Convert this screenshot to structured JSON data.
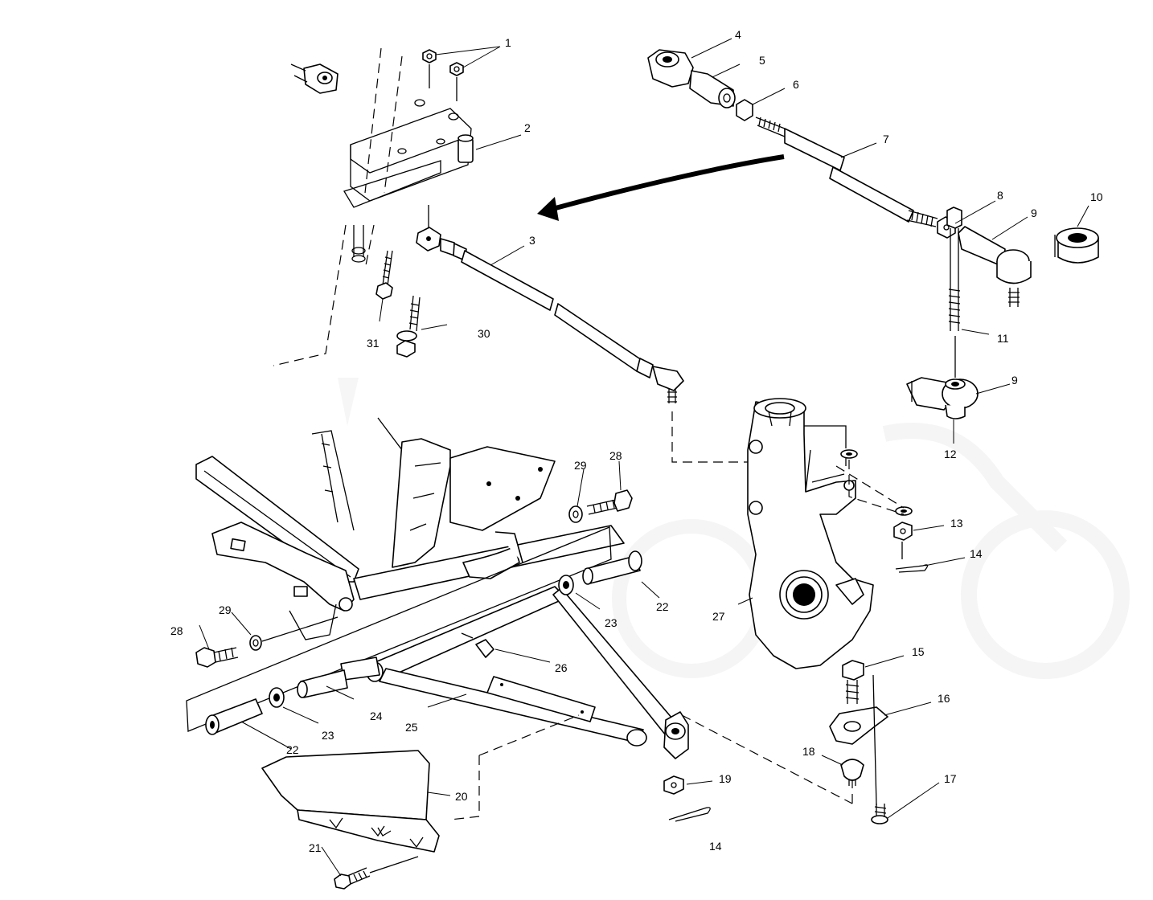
{
  "diagram": {
    "watermark": "",
    "callouts": [
      {
        "id": "c1",
        "text": "1"
      },
      {
        "id": "c2",
        "text": "2"
      },
      {
        "id": "c3",
        "text": "3"
      },
      {
        "id": "c4",
        "text": "4"
      },
      {
        "id": "c5",
        "text": "5"
      },
      {
        "id": "c6",
        "text": "6"
      },
      {
        "id": "c7",
        "text": "7"
      },
      {
        "id": "c8",
        "text": "8"
      },
      {
        "id": "c9a",
        "text": "9"
      },
      {
        "id": "c10",
        "text": "10"
      },
      {
        "id": "c11",
        "text": "11"
      },
      {
        "id": "c9b",
        "text": "9"
      },
      {
        "id": "c12",
        "text": "12"
      },
      {
        "id": "c13",
        "text": "13"
      },
      {
        "id": "c14a",
        "text": "14"
      },
      {
        "id": "c15",
        "text": "15"
      },
      {
        "id": "c16",
        "text": "16"
      },
      {
        "id": "c17",
        "text": "17"
      },
      {
        "id": "c18",
        "text": "18"
      },
      {
        "id": "c19",
        "text": "19"
      },
      {
        "id": "c14b",
        "text": "14"
      },
      {
        "id": "c20",
        "text": "20"
      },
      {
        "id": "c21",
        "text": "21"
      },
      {
        "id": "c22a",
        "text": "22"
      },
      {
        "id": "c22b",
        "text": "22"
      },
      {
        "id": "c23a",
        "text": "23"
      },
      {
        "id": "c23b",
        "text": "23"
      },
      {
        "id": "c24",
        "text": "24"
      },
      {
        "id": "c25",
        "text": "25"
      },
      {
        "id": "c26",
        "text": "26"
      },
      {
        "id": "c27",
        "text": "27"
      },
      {
        "id": "c28a",
        "text": "28"
      },
      {
        "id": "c28b",
        "text": "28"
      },
      {
        "id": "c29a",
        "text": "29"
      },
      {
        "id": "c29b",
        "text": "29"
      },
      {
        "id": "c30",
        "text": "30"
      },
      {
        "id": "c31",
        "text": "31"
      }
    ]
  }
}
